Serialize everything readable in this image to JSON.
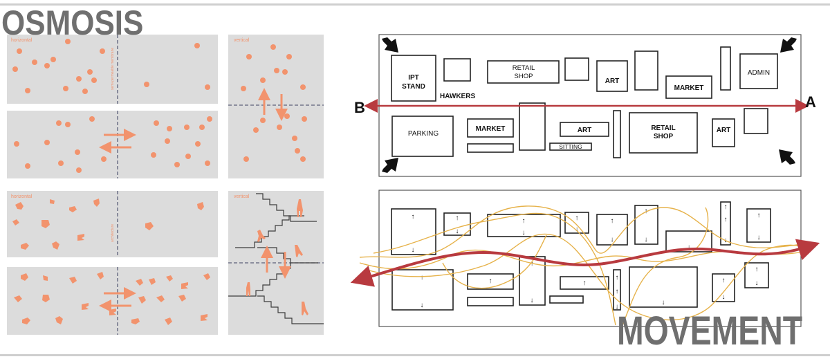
{
  "titles": {
    "left": "OSMOSIS",
    "right": "MOVEMENT"
  },
  "osmosis": {
    "horizontal_label": "horizontal",
    "vertical_label": "vertical",
    "membrane_label": "semi-permeable membrane",
    "architecture_label": "architecture"
  },
  "plan": {
    "point_a": "A",
    "point_b": "B",
    "blocks": {
      "ipt_stand_line1": "IPT",
      "ipt_stand_line2": "STAND",
      "hawkers": "HAWKERS",
      "retail_shop_top_line1": "RETAIL",
      "retail_shop_top_line2": "SHOP",
      "art_top": "ART",
      "market_top": "MARKET",
      "admin": "ADMIN",
      "parking": "PARKING",
      "market_bottom": "MARKET",
      "art_bottom": "ART",
      "sitting": "SITTING",
      "retail_shop_bottom_line1": "RETAIL",
      "retail_shop_bottom_line2": "SHOP",
      "art_right": "ART"
    }
  },
  "colors": {
    "dot": "#f2936d",
    "panel": "#dcdcdc",
    "dashed": "#5b6079",
    "axis_red": "#b83a3f",
    "flow_yellow": "#e6b24a",
    "title_grey": "#6f6f6f",
    "rule_grey": "#cfcfcf"
  }
}
